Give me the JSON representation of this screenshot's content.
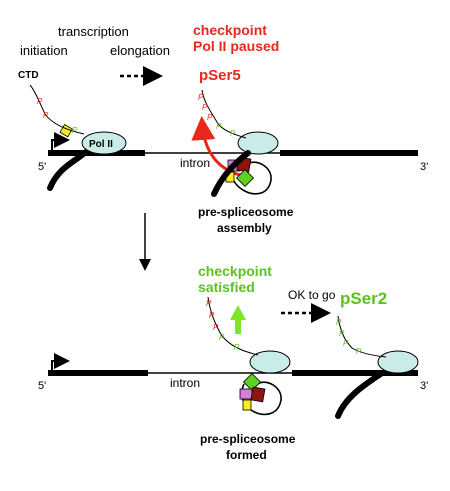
{
  "colors": {
    "black": "#000000",
    "red": "#e8281c",
    "green": "#5cc21f",
    "polII_fill": "#c9ece8",
    "yellow": "#f6ee1a",
    "green_box": "#5ed21f",
    "magenta": "#d27fd4",
    "darkred": "#8e1410"
  },
  "labels": {
    "transcription": "transcription",
    "initiation": "initiation",
    "elongation": "elongation",
    "ctd": "CTD",
    "pol2": "Pol II",
    "five_prime": "5'",
    "three_prime": "3'",
    "intron": "intron",
    "checkpoint": "checkpoint",
    "pol2_paused": "Pol II paused",
    "pser5": "pSer5",
    "pre_spliceosome": "pre-spliceosome",
    "assembly": "assembly",
    "checkpoint2": "checkpoint",
    "satisfied": "satisfied",
    "ok_to_go": "OK to go",
    "pser2": "pSer2",
    "formed": "formed",
    "phospho": "P"
  }
}
